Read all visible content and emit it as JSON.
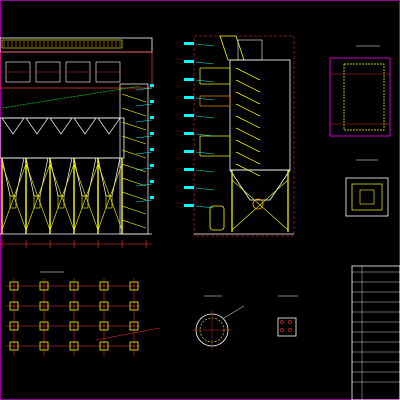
{
  "drawing": {
    "background": "#000000",
    "colors": {
      "structure": "#ffff00",
      "outline": "#ffffff",
      "dimension": "#ff3030",
      "leader": "#00ffff",
      "border": "#ff00ff",
      "section": "#00ff00",
      "duct": "#ffa500",
      "platform": "#ff8c00"
    },
    "views": {
      "front_elevation": "front-elevation",
      "side_elevation": "side-elevation",
      "foundation_plan": "foundation-plan",
      "detail_top": "detail-top",
      "detail_mid": "detail-mid",
      "detail_circle": "detail-circle",
      "detail_small": "detail-small",
      "title_block": "title-block"
    }
  }
}
